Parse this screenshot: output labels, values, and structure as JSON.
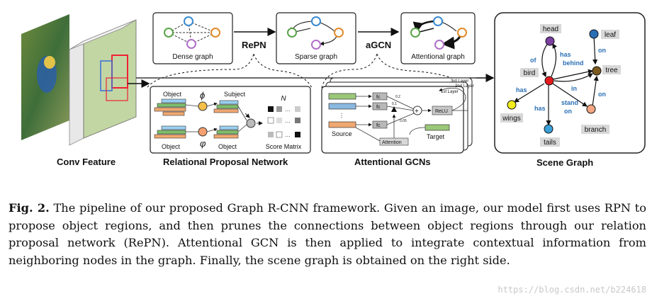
{
  "sections": {
    "conv_feature": "Conv Feature",
    "repn": "Relational Proposal Network",
    "agcn": "Attentional GCNs",
    "scene_graph": "Scene Graph"
  },
  "stage_labels": {
    "repn": "RePN",
    "agcn": "aGCN"
  },
  "mini_graphs": {
    "dense": "Dense graph",
    "sparse": "Sparse graph",
    "attentional": "Attentional graph"
  },
  "repn_detail": {
    "object_top": "Object",
    "subject": "Subject",
    "object_bottom_left": "Object",
    "object_bottom_right": "Object",
    "phi": "ϕ",
    "varphi": "φ",
    "n_symbol": "N",
    "score_matrix": "Score Matrix"
  },
  "agcn_detail": {
    "layers": [
      "3rd Layer",
      "2nd Layer",
      "1st Layer"
    ],
    "fc": "fc",
    "relu": "ReLU",
    "source": "Source",
    "target": "Target",
    "attention": "Attention",
    "weights": [
      "0.2",
      "0.1",
      "0.05"
    ]
  },
  "scene_graph": {
    "nodes": {
      "head": "head",
      "leaf": "leaf",
      "bird": "bird",
      "tree": "tree",
      "wings": "wings",
      "branch": "branch",
      "tails": "tails"
    },
    "edges": {
      "of": "of",
      "has_behind": "has\nbehind",
      "on_leaf": "on",
      "in": "in",
      "has_wings": "has",
      "has_tails": "has",
      "stand_on": "stand\non",
      "on_branch": "on"
    },
    "colors": {
      "head": "#7b3fa0",
      "leaf": "#2a6fb5",
      "bird": "#e41a1c",
      "tree": "#7a5a1e",
      "wings": "#f2ec1c",
      "branch": "#f4a582",
      "tails": "#3aa0d8",
      "edge_label": "#2a6fb5"
    }
  },
  "caption": {
    "label": "Fig. 2.",
    "text": " The pipeline of our proposed Graph R-CNN framework. Given an image, our model first uses RPN to propose object regions, and then prunes the connections between object regions through our relation proposal network (RePN). Attentional GCN is then applied to integrate contextual information from neighboring nodes in the graph. Finally, the scene graph is obtained on the right side."
  },
  "watermark": "https://blog.csdn.net/b224618"
}
